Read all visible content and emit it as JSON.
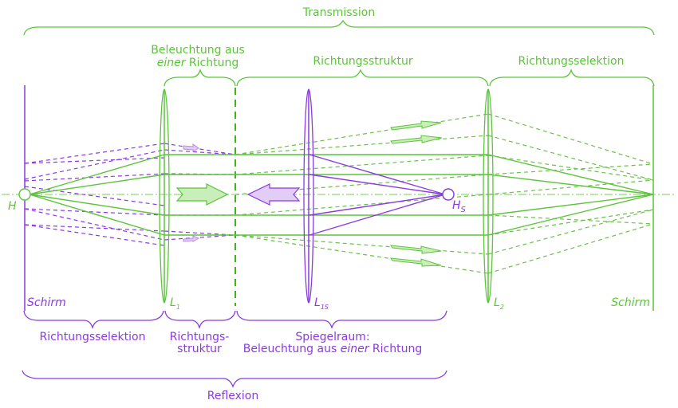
{
  "colors": {
    "transmission": "#5cc43a",
    "reflection": "#8a3ae0",
    "transmission_fill": "#c9eeb9",
    "reflection_fill": "#e2cdf6"
  },
  "top_labels": {
    "transmission": "Transmission",
    "illum_one_dir_line1": "Beleuchtung aus",
    "illum_one_dir_line2_italic": "einer",
    "illum_one_dir_line2_rest": " Richtung",
    "direction_structure": "Richtungsstruktur",
    "direction_selection": "Richtungsselektion"
  },
  "bottom_labels": {
    "direction_selection": "Richtungsselektion",
    "direction_structure_line1": "Richtungs-",
    "direction_structure_line2": "struktur",
    "mirror_space_line1": "Spiegelraum:",
    "mirror_space_line2_pre": "Beleuchtung aus ",
    "mirror_space_line2_italic": "einer",
    "mirror_space_line2_post": " Richtung",
    "reflection": "Reflexion"
  },
  "elements": {
    "screen_left": "Schirm",
    "screen_right": "Schirm",
    "source": "H",
    "mirror_source": "H",
    "mirror_source_sub": "S",
    "lens1": "L",
    "lens1_sub": "1",
    "lens1s": "L",
    "lens1s_sub": "1S",
    "lens2": "L",
    "lens2_sub": "2"
  }
}
